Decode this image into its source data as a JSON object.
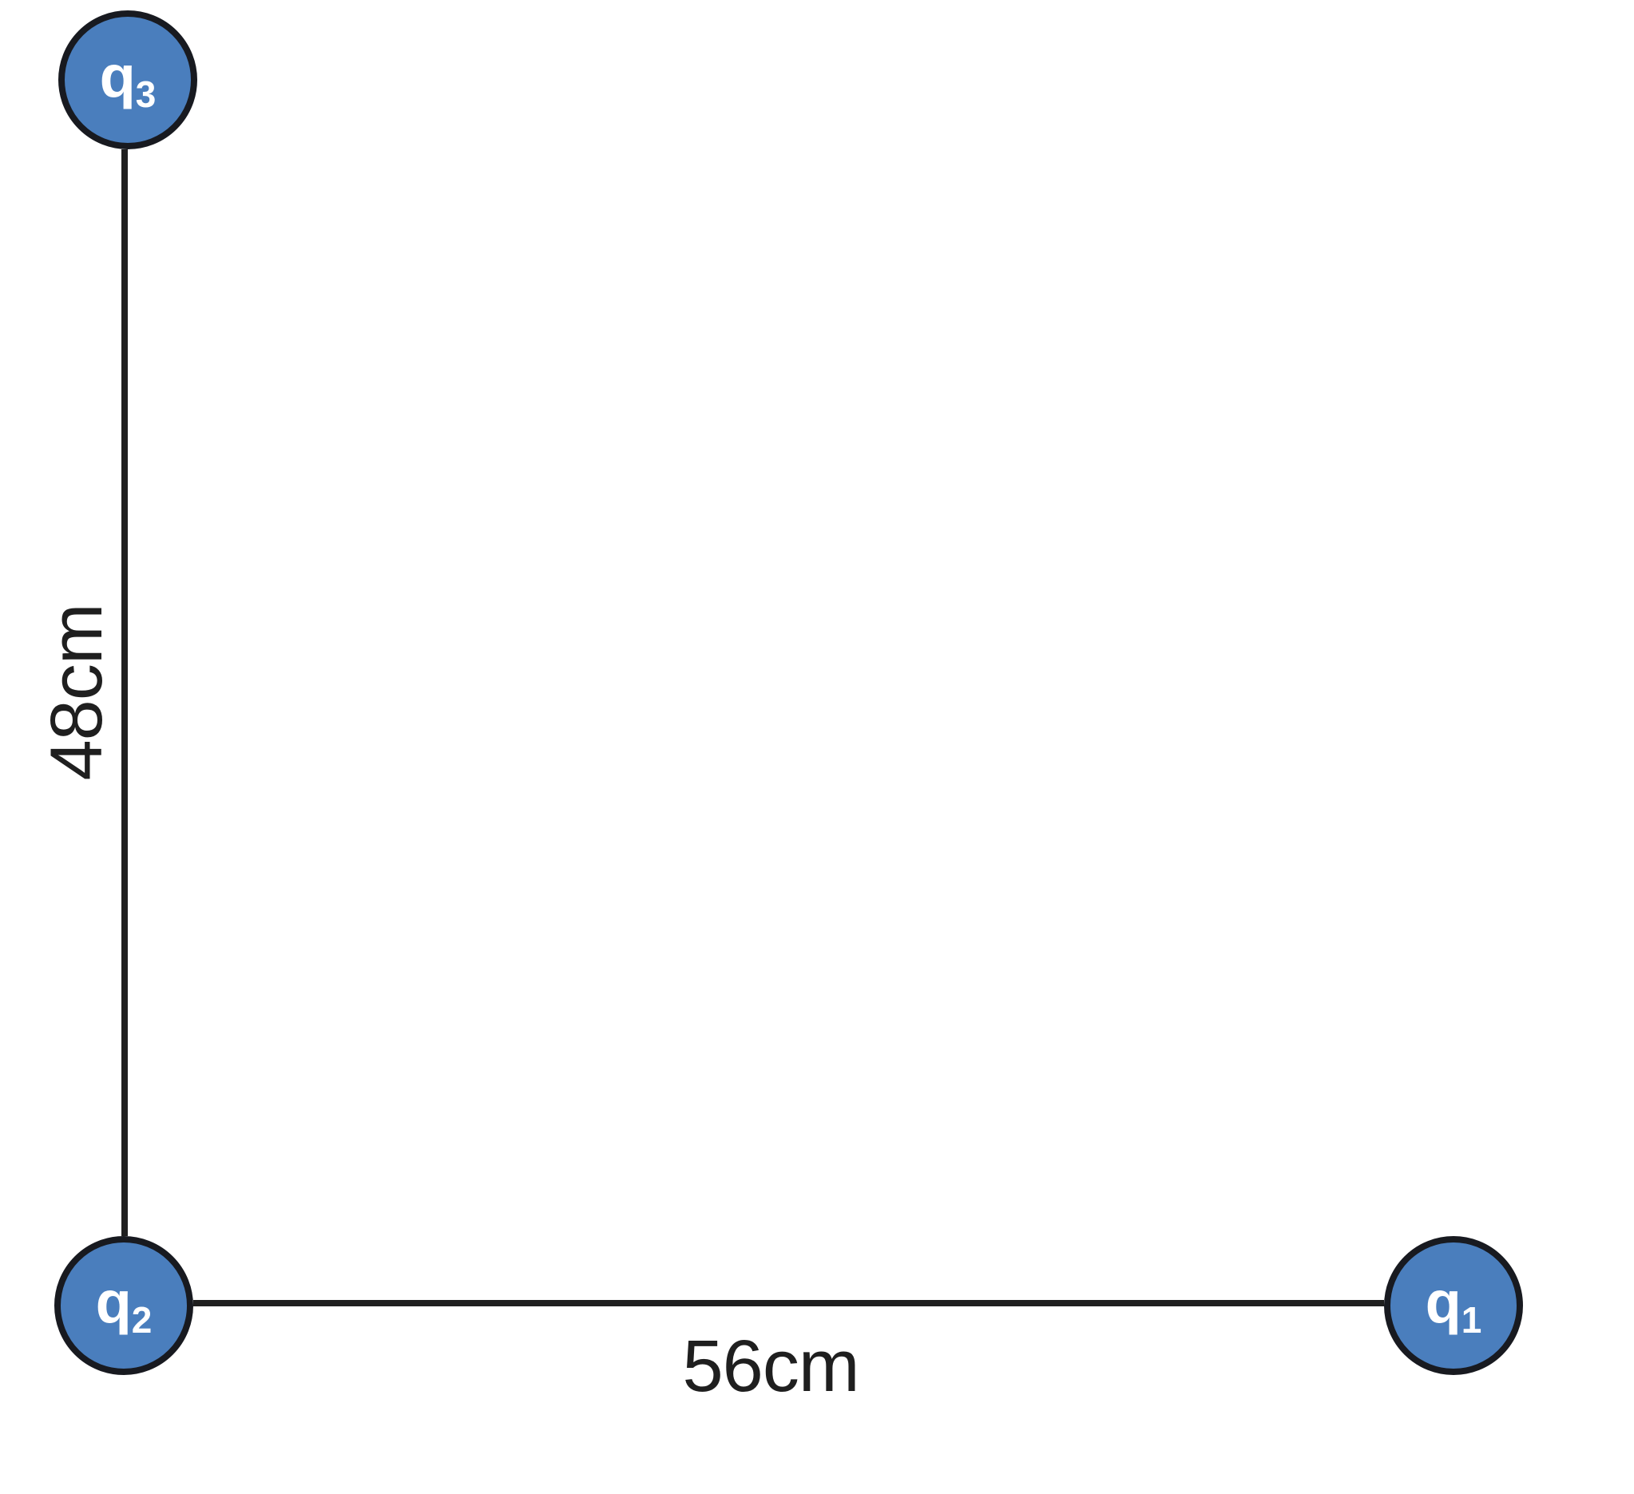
{
  "diagram": {
    "type": "physics-charge-diagram",
    "nodes": [
      {
        "id": "q1",
        "label_base": "q",
        "label_sub": "1",
        "position": "bottom-right"
      },
      {
        "id": "q2",
        "label_base": "q",
        "label_sub": "2",
        "position": "bottom-left-corner"
      },
      {
        "id": "q3",
        "label_base": "q",
        "label_sub": "3",
        "position": "top-left"
      }
    ],
    "edges": [
      {
        "from": "q2",
        "to": "q3",
        "orientation": "vertical",
        "label": "48cm"
      },
      {
        "from": "q2",
        "to": "q1",
        "orientation": "horizontal",
        "label": "56cm"
      }
    ],
    "colors": {
      "node_fill": "#4A7EBD",
      "node_border": "#181A20",
      "edge": "#1F1F1F",
      "label_text": "#1F1F1F",
      "node_text": "#FFFFFF",
      "background": "#FFFFFF"
    }
  }
}
